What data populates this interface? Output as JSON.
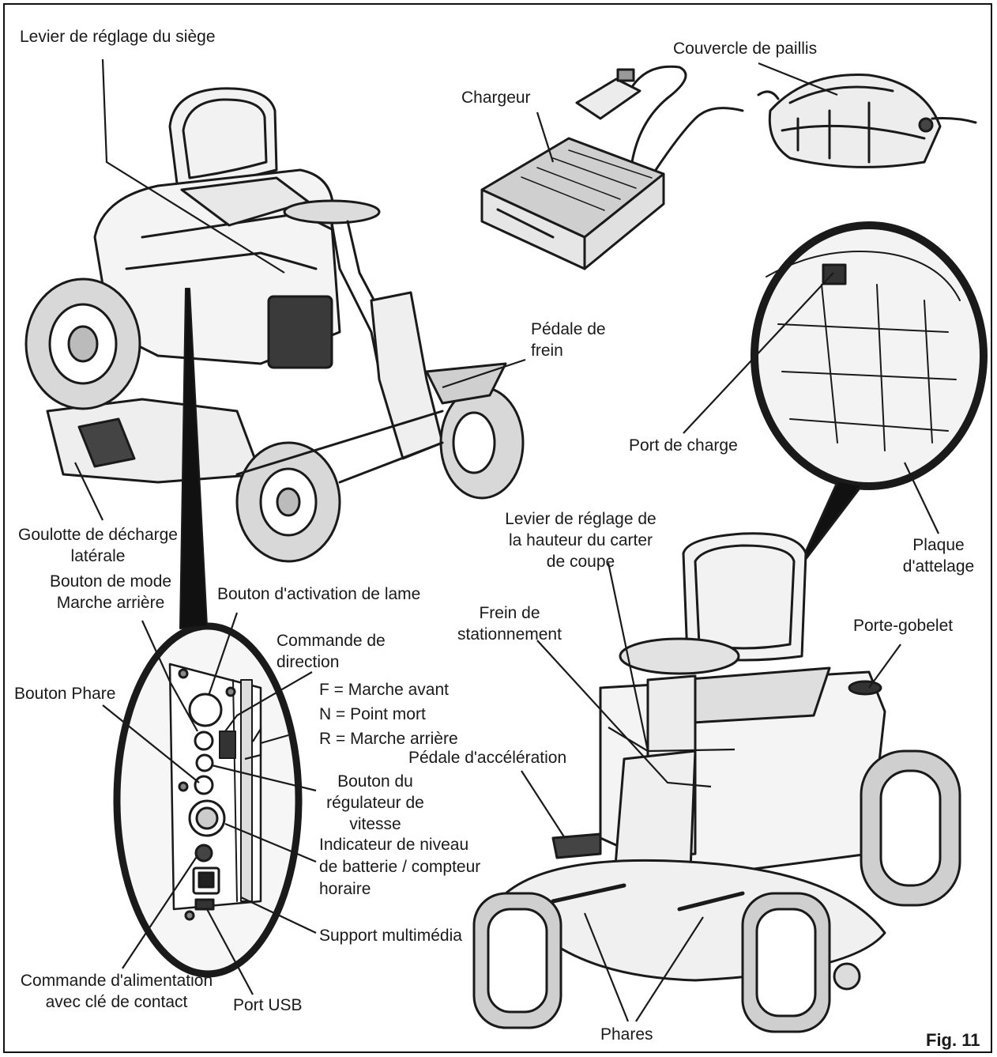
{
  "figure": {
    "label": "Fig. 11"
  },
  "callouts": {
    "seat_adjust_lever": "Levier de réglage du siège",
    "charger": "Chargeur",
    "mulch_cover": "Couvercle de paillis",
    "brake_pedal": [
      "Pédale de",
      "frein"
    ],
    "charge_port": "Port de charge",
    "side_discharge_chute": [
      "Goulotte de décharge",
      "latérale"
    ],
    "reverse_mode_button": [
      "Bouton de mode",
      "Marche arrière"
    ],
    "blade_engage_button": "Bouton d'activation de lame",
    "direction_control": [
      "Commande de",
      "direction"
    ],
    "direction_modes": [
      "F = Marche avant",
      "N = Point mort",
      "R = Marche arrière"
    ],
    "headlight_button": "Bouton Phare",
    "cruise_control_button": [
      "Bouton du",
      "régulateur de",
      "vitesse"
    ],
    "battery_indicator": [
      "Indicateur de niveau",
      "de batterie / compteur",
      "horaire"
    ],
    "media_holder": "Support multimédia",
    "key_power_control": [
      "Commande d'alimentation",
      "avec clé de contact"
    ],
    "usb_port": "Port USB",
    "deck_height_lever": [
      "Levier de réglage de",
      "la hauteur du carter",
      "de coupe"
    ],
    "hitch_plate": [
      "Plaque",
      "d'attelage"
    ],
    "parking_brake": [
      "Frein de",
      "stationnement"
    ],
    "cup_holder": "Porte-gobelet",
    "accelerator_pedal": "Pédale d'accélération",
    "headlights": "Phares"
  }
}
